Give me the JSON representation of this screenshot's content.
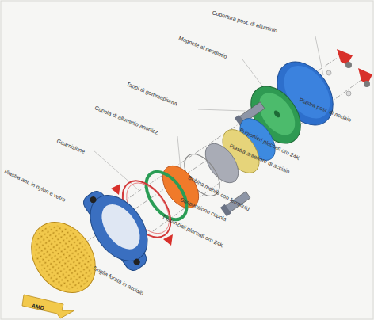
{
  "diagram": {
    "labels": [
      "Copertura post. di alluminio",
      "Magnete al neodimio",
      "Tappi di gommapiuma",
      "Cupola di alluminio anodizz.",
      "Guarnizione",
      "Piastra ant. in nylon e vetro",
      "Piastra post. di acciaio",
      "Prigionieri placcati oro 24K",
      "Piastra anteriore di acciaio",
      "Bobina mobile con ferrofluid",
      "Sospensione cupola",
      "Distanziali placcati oro 24K",
      "Griglia forata in acciaio",
      "AMD"
    ]
  }
}
